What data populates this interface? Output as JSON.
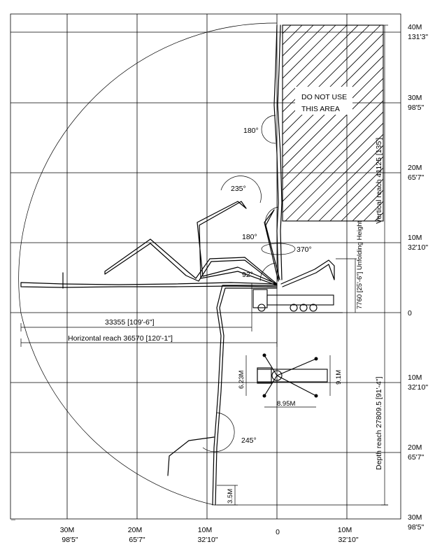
{
  "right_axis": [
    {
      "m": "40M",
      "ft": "131'3\""
    },
    {
      "m": "30M",
      "ft": "98'5\""
    },
    {
      "m": "20M",
      "ft": "65'7\""
    },
    {
      "m": "10M",
      "ft": "32'10\""
    },
    {
      "m": "0",
      "ft": ""
    },
    {
      "m": "10M",
      "ft": "32'10\""
    },
    {
      "m": "20M",
      "ft": "65'7\""
    },
    {
      "m": "30M",
      "ft": "98'5\""
    }
  ],
  "bottom_axis": [
    {
      "m": "30M",
      "ft": "98'5\""
    },
    {
      "m": "20M",
      "ft": "65'7\""
    },
    {
      "m": "10M",
      "ft": "32'10\""
    },
    {
      "m": "0",
      "ft": ""
    },
    {
      "m": "10M",
      "ft": "32'10\""
    }
  ],
  "no_use_area": {
    "line1": "DO NOT USE",
    "line2": "THIS AREA"
  },
  "angles": {
    "a180_top": "180°",
    "a235": "235°",
    "a180_mid": "180°",
    "a370": "370°",
    "a92": "92°",
    "a245": "245°"
  },
  "dimensions": {
    "reach_33355": "33355 [109'-6\"]",
    "horizontal_reach": "Horizontal reach 36570 [120'-1\"]",
    "vertical_reach": "Vertical reach 41125 [135']",
    "unfolding_height": "7760 [25'-6\"]  Unfolding Height",
    "depth_reach": "Depth reach 27809.5 [91'-4\"]",
    "outrigger_623": "6.23M",
    "outrigger_91": "9.1M",
    "outrigger_895": "8.95M",
    "depth_35": "3.5M"
  },
  "corner_mark": "—"
}
